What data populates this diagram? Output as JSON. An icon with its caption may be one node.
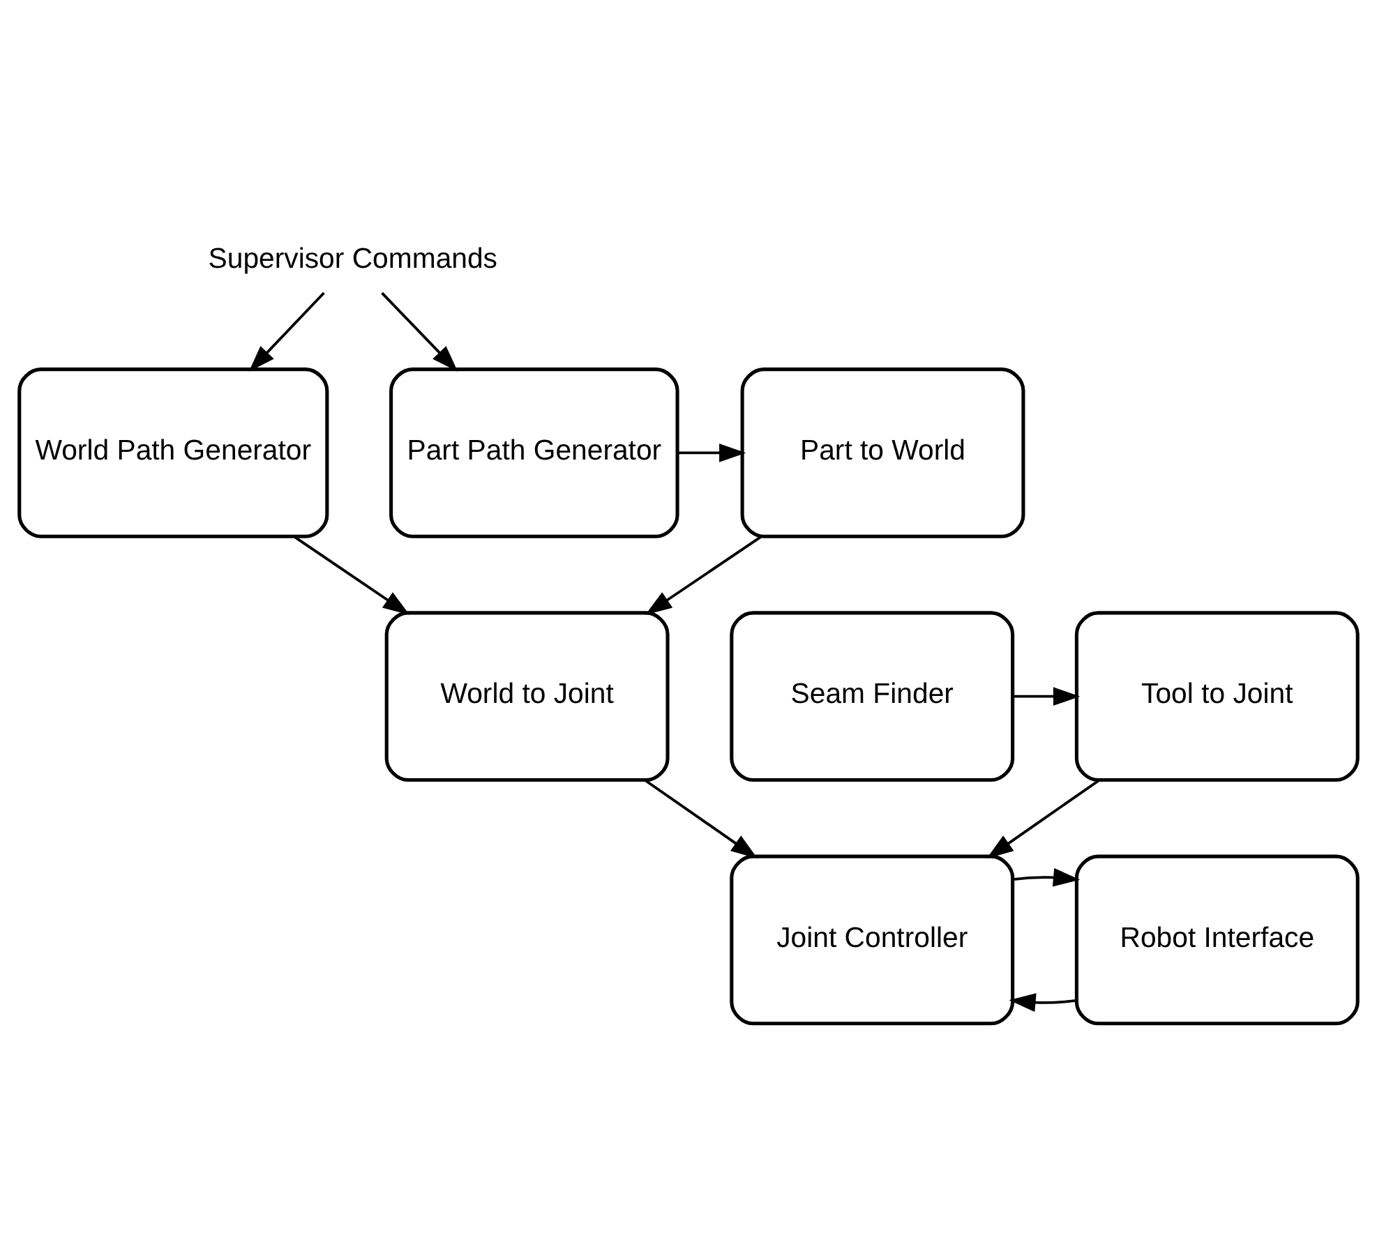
{
  "diagram": {
    "nodes": [
      {
        "text": [
          "Supervisor Commands"
        ]
      },
      {
        "text": [
          "World Path Generator"
        ]
      },
      {
        "text": [
          "Part to World"
        ]
      },
      {
        "text": [
          "Part Path Generator"
        ]
      },
      {
        "text": [
          "World to Joint"
        ]
      },
      {
        "text": [
          "Tool to Joint"
        ]
      },
      {
        "text": [
          "Seam Finder"
        ]
      },
      {
        "text": [
          "Joint Controller"
        ]
      },
      {
        "text": [
          "Robot Interface"
        ]
      }
    ],
    "edges": [
      {
        "from": 0,
        "to": 1,
        "arrow": "to"
      },
      {
        "from": 0,
        "to": 3,
        "arrow": "to"
      },
      {
        "from": 3,
        "to": 2,
        "arrow": "to"
      },
      {
        "from": 1,
        "to": 4,
        "arrow": "to"
      },
      {
        "from": 2,
        "to": 4,
        "arrow": "to"
      },
      {
        "from": 6,
        "to": 5,
        "arrow": "to"
      },
      {
        "from": 4,
        "to": 7,
        "arrow": "to"
      },
      {
        "from": 5,
        "to": 7,
        "arrow": "to"
      },
      {
        "from": 8,
        "to": 7,
        "arrow": "to"
      },
      {
        "from": 7,
        "to": 8,
        "arrow": "to"
      }
    ]
  }
}
